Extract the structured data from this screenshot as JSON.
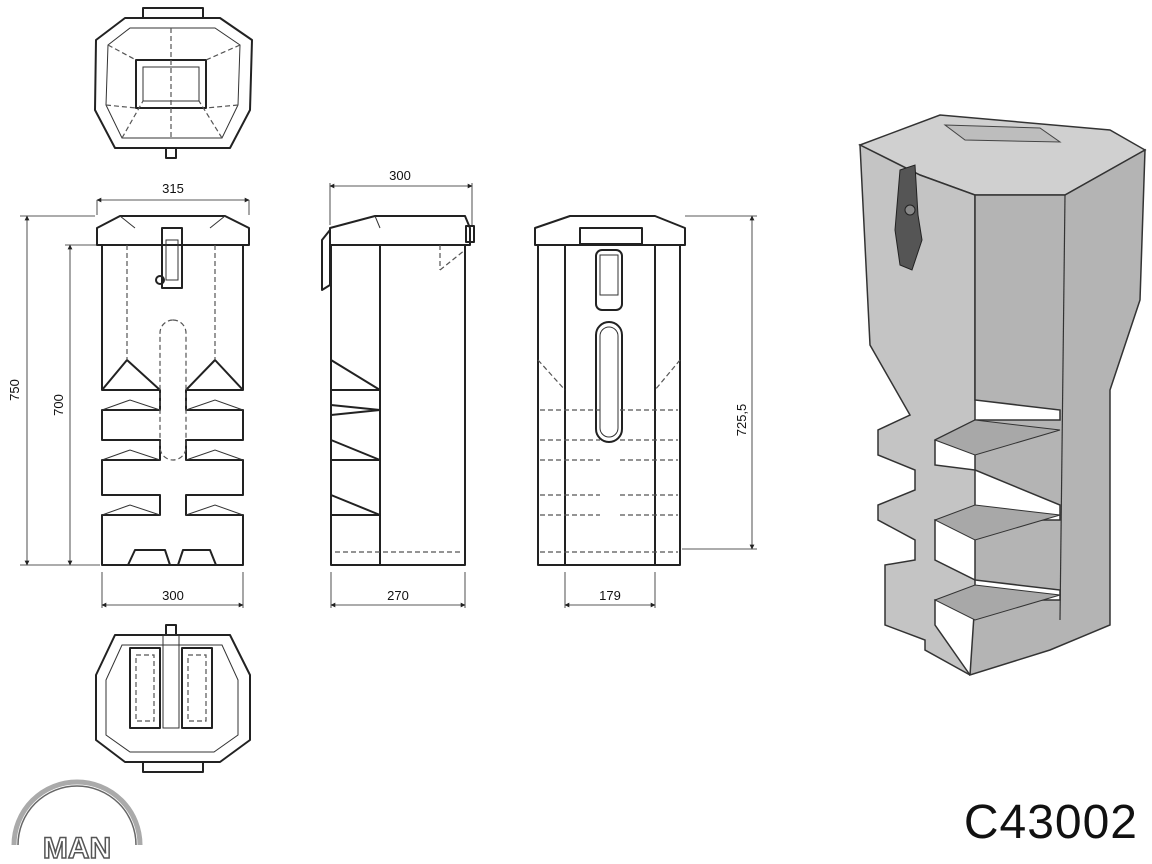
{
  "part_number": "C43002",
  "brand_logo": "MAN",
  "dimensions": {
    "front_top_width": "315",
    "front_bottom_width": "300",
    "front_height_total": "750",
    "front_height_body": "700",
    "side_top_width": "300",
    "side_bottom_width": "270",
    "back_bottom_width": "179",
    "back_height": "725,5"
  },
  "colors": {
    "box_fill": "#c8c8c8",
    "box_shade": "#b4b4b4",
    "line": "#222222"
  }
}
